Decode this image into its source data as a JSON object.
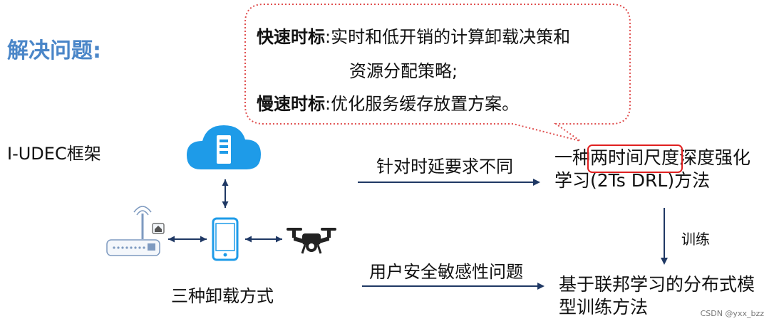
{
  "title": "解决问题:",
  "framework_label": "I-UDEC框架",
  "callout": {
    "fast_label": "快速时标",
    "fast_text_line1": ":实时和低开销的计算卸载决策和",
    "fast_text_line2": "资源分配策略;",
    "slow_label": "慢速时标",
    "slow_text": ":优化服务缓存放置方案。"
  },
  "devices": {
    "cloud_icon": "cloud-server-icon",
    "router_icon": "router-icon",
    "phone_icon": "smartphone-icon",
    "drone_icon": "drone-icon",
    "caption": "三种卸载方式"
  },
  "arrows": {
    "top_label": "针对时延要求不同",
    "bottom_label": "用户安全敏感性问题",
    "train_label": "训练"
  },
  "methods": {
    "top_line1_a": "一种",
    "top_line1_b": "两时间尺度",
    "top_line1_c": "深度强化",
    "top_line2": "学习(2Ts DRL)方法",
    "bottom_line1": "基于联邦学习的分布式模",
    "bottom_line2": "型训练方法"
  },
  "colors": {
    "title": "#4a86c8",
    "icon_blue": "#1e9be8",
    "callout_border": "#e05050",
    "highlight": "#e02020",
    "arrow": "#1f3864"
  },
  "watermark": "CSDN @yxx_bzz"
}
